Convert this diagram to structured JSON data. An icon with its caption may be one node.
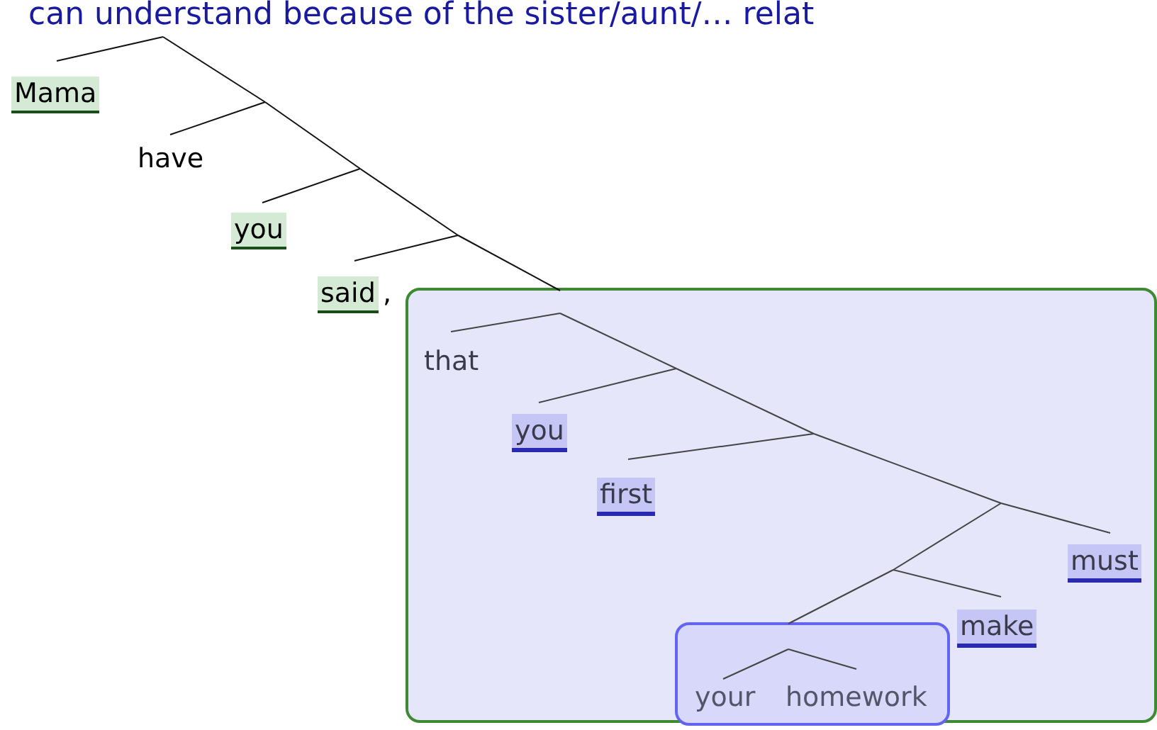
{
  "diagram": {
    "nodes": [
      {
        "text": [
          "Mama"
        ]
      },
      {
        "text": [
          "have"
        ]
      },
      {
        "text": [
          "you"
        ]
      },
      {
        "text": [
          "said"
        ],
        "beside": [
          ","
        ]
      },
      {
        "text": [],
        "shape": "box"
      },
      {
        "text": [
          "that"
        ],
        "in": 4
      },
      {
        "text": [
          "you"
        ],
        "in": 4
      },
      {
        "text": [
          "first"
        ],
        "in": 4
      },
      {
        "text": [
          "must"
        ],
        "in": 4
      },
      {
        "text": [
          "make"
        ],
        "in": 4
      },
      {
        "text": [],
        "shape": "box",
        "in": 4
      },
      {
        "text": [
          "your"
        ],
        "in": 10
      },
      {
        "text": [
          "homework"
        ],
        "in": 10
      }
    ],
    "labels": [
      "can understand because of the sister/aunt/… relat"
    ]
  }
}
